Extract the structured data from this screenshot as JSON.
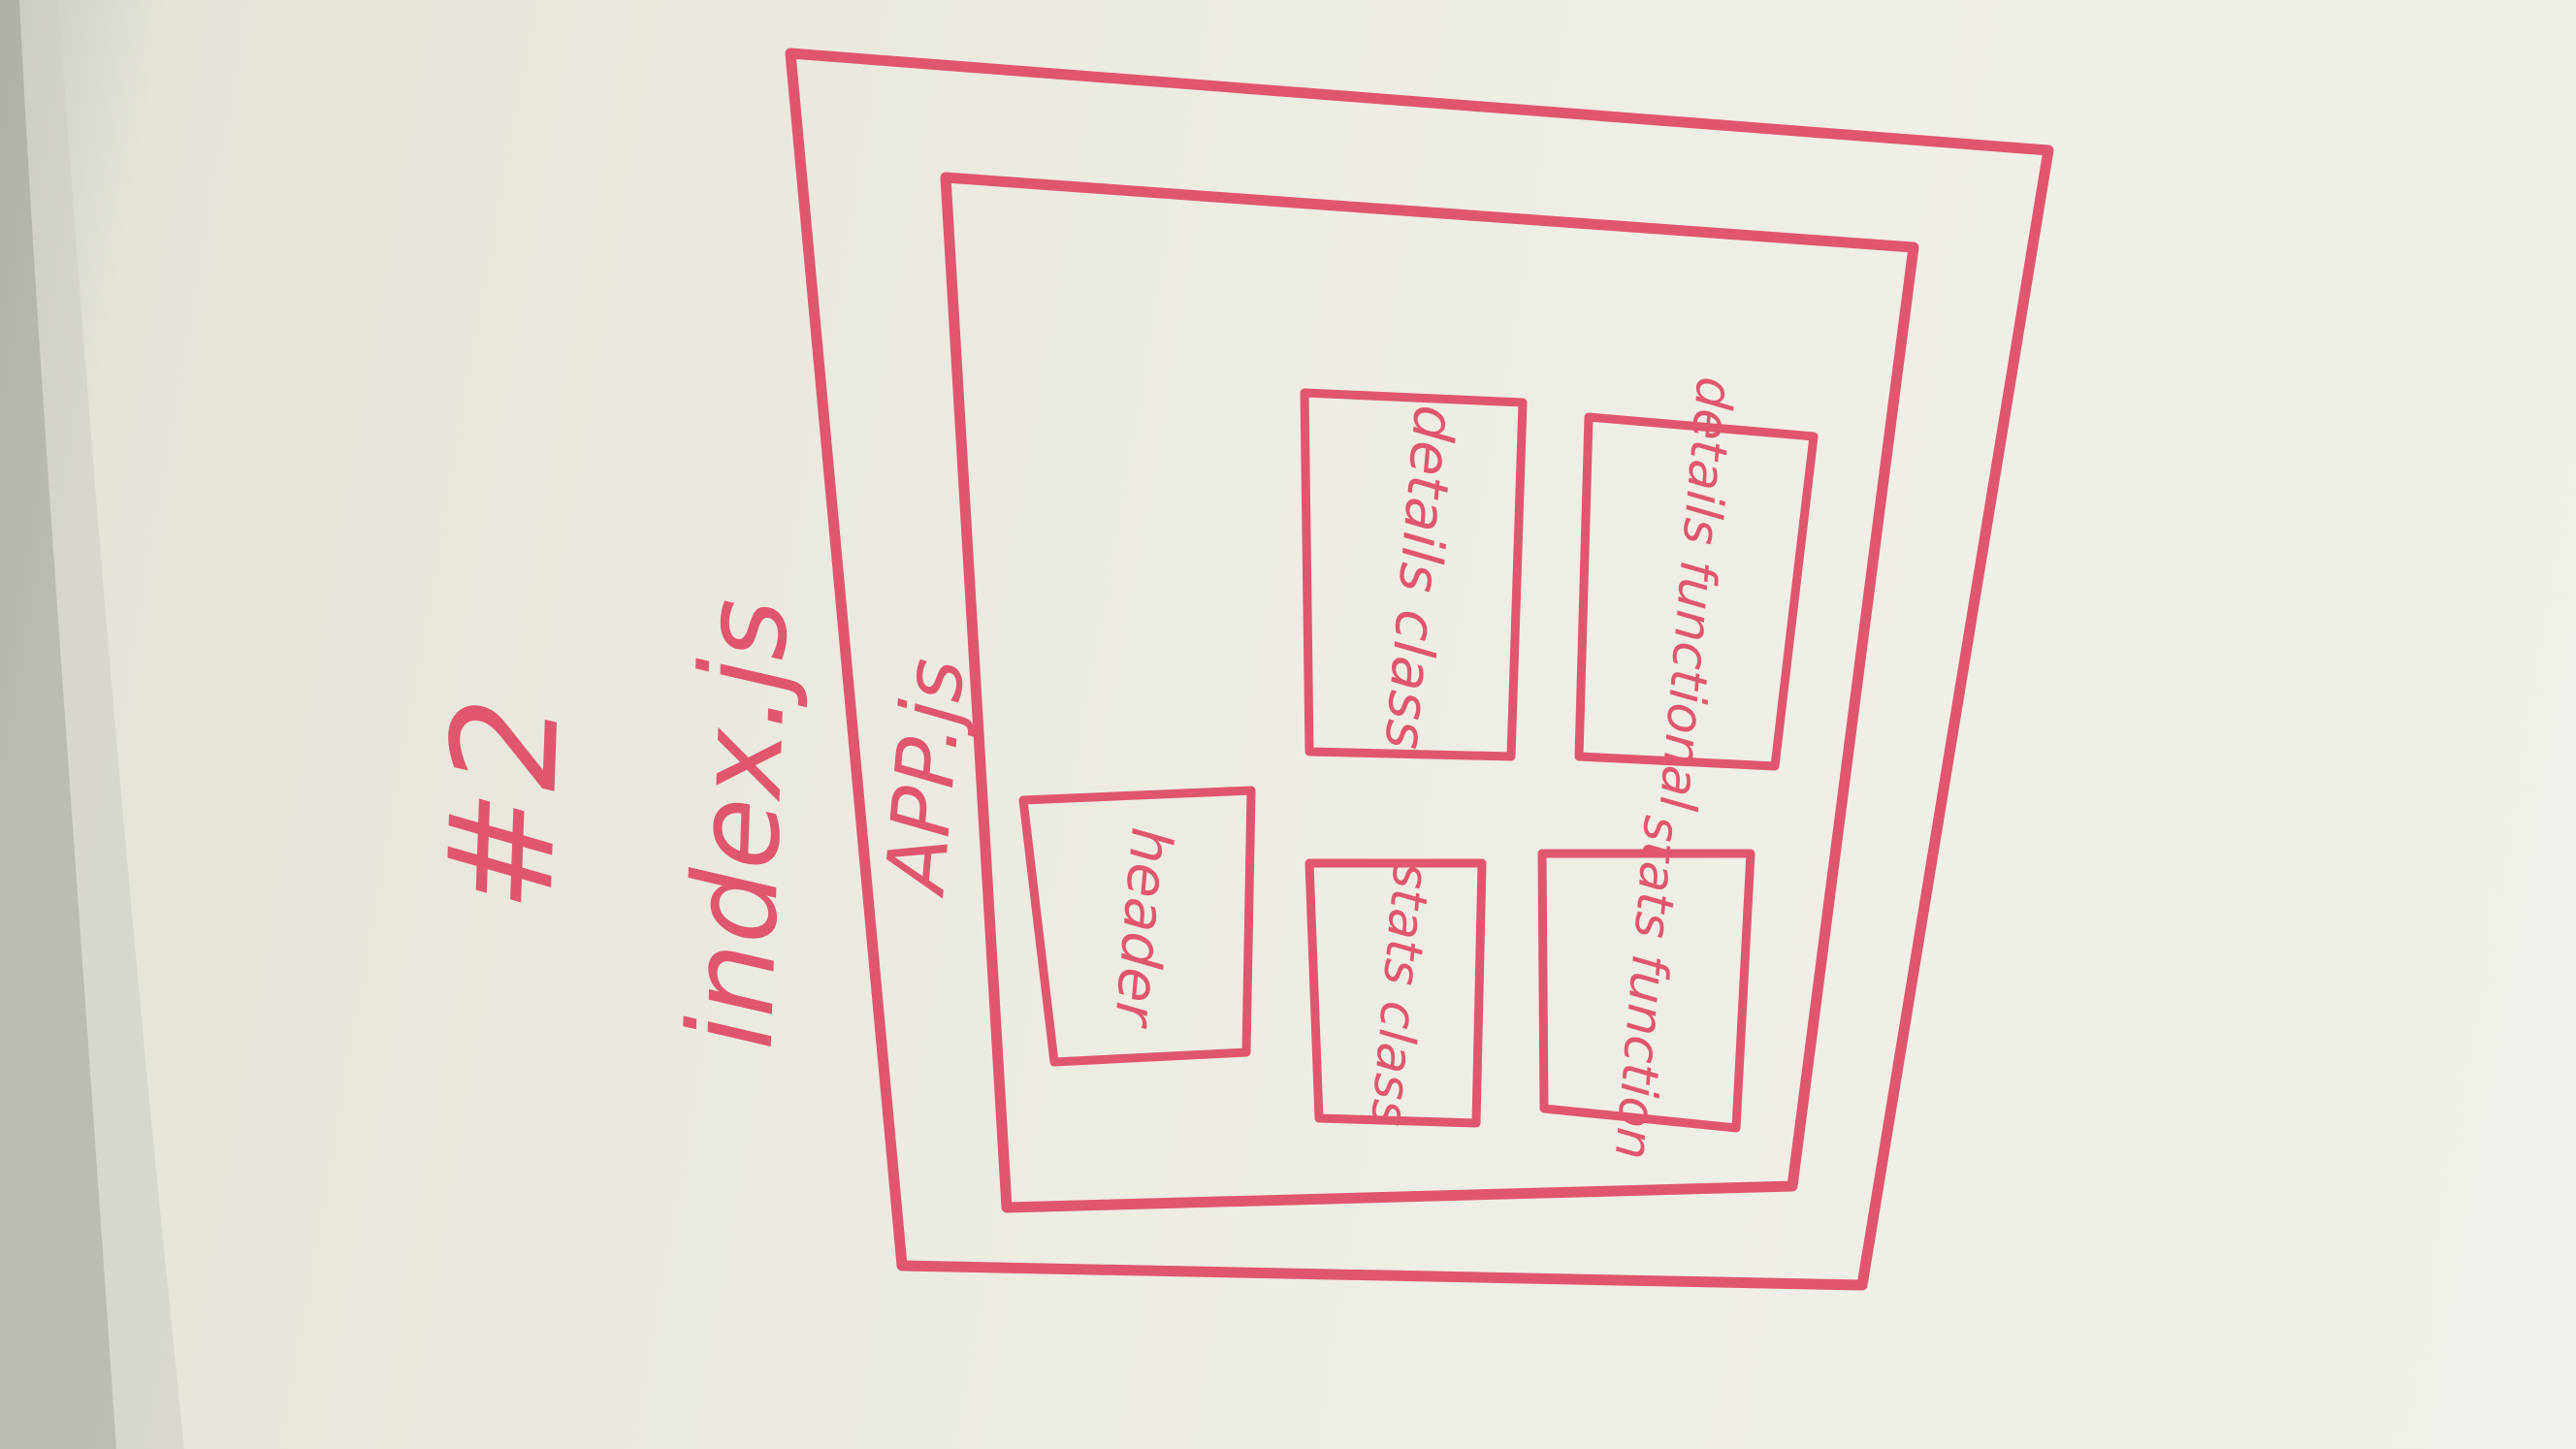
{
  "title_number": "#2",
  "outer_label": "index.js",
  "inner_label": "APP.js",
  "components": {
    "header": "header",
    "details_class": "details class",
    "details_functional": "details functional",
    "stats_class": "stats class",
    "stats_function": "stats function"
  },
  "colors": {
    "marker": "#e0566e",
    "wall": "#efeee6",
    "shadow": "#8e8c86"
  }
}
